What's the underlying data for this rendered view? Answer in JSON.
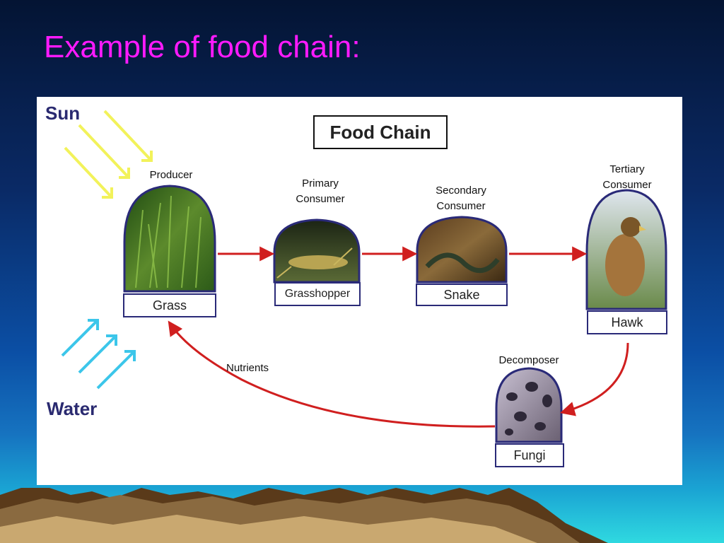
{
  "slide": {
    "title": "Example of food chain:"
  },
  "diagram": {
    "title": "Food Chain",
    "sun_label": "Sun",
    "water_label": "Water",
    "nutrients_label": "Nutrients",
    "colors": {
      "arrow": "#d01f1f",
      "frame": "#2a2a78",
      "sun_rays": "#f2f25a",
      "water_rays": "#3cc6ea",
      "title": "#ff1aff"
    },
    "nodes": [
      {
        "role_lines": [
          "Producer"
        ],
        "name": "Grass",
        "image": "grass-image"
      },
      {
        "role_lines": [
          "Primary",
          "Consumer"
        ],
        "name": "Grasshopper",
        "image": "grasshopper-image"
      },
      {
        "role_lines": [
          "Secondary",
          "Consumer"
        ],
        "name": "Snake",
        "image": "snake-image"
      },
      {
        "role_lines": [
          "Tertiary",
          "Consumer"
        ],
        "name": "Hawk",
        "image": "hawk-image"
      },
      {
        "role_lines": [
          "Decomposer"
        ],
        "name": "Fungi",
        "image": "fungi-image"
      }
    ]
  }
}
